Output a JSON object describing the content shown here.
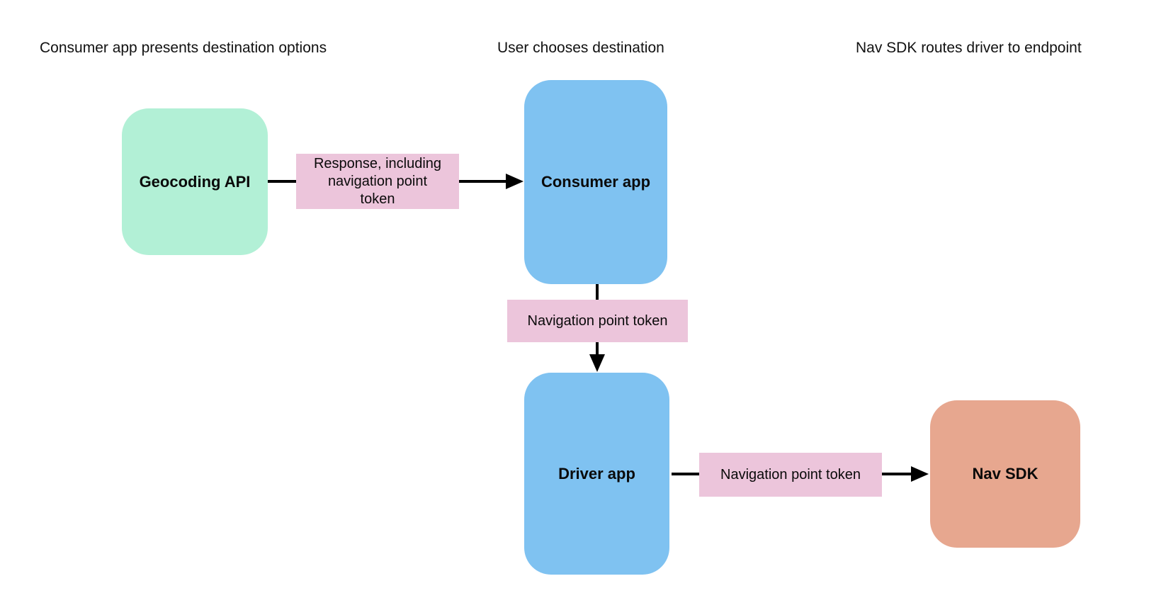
{
  "headers": {
    "consumer_presents": "Consumer app presents destination options",
    "user_chooses": "User chooses destination",
    "nav_sdk_routes": "Nav SDK routes driver to endpoint"
  },
  "nodes": {
    "geocoding_api": {
      "label": "Geocoding API",
      "color": "#B2F0D6"
    },
    "consumer_app": {
      "label": "Consumer app",
      "color": "#7FC2F1"
    },
    "driver_app": {
      "label": "Driver app",
      "color": "#7FC2F1"
    },
    "nav_sdk": {
      "label": "Nav SDK",
      "color": "#E7A78F"
    }
  },
  "edge_labels": {
    "response": {
      "text": "Response, including navigation point token",
      "lines": [
        "Response, including",
        "navigation point",
        "token"
      ],
      "color": "#ECC5DB"
    },
    "token_consumer_to_driver": {
      "text": "Navigation point token",
      "color": "#ECC5DB"
    },
    "token_driver_to_navsdk": {
      "text": "Navigation point token",
      "color": "#ECC5DB"
    }
  },
  "arrows": {
    "color": "#000000",
    "list": [
      {
        "from": "geocoding_api",
        "to": "consumer_app",
        "direction": "right"
      },
      {
        "from": "consumer_app",
        "to": "driver_app",
        "direction": "down"
      },
      {
        "from": "driver_app",
        "to": "nav_sdk",
        "direction": "right"
      }
    ]
  }
}
